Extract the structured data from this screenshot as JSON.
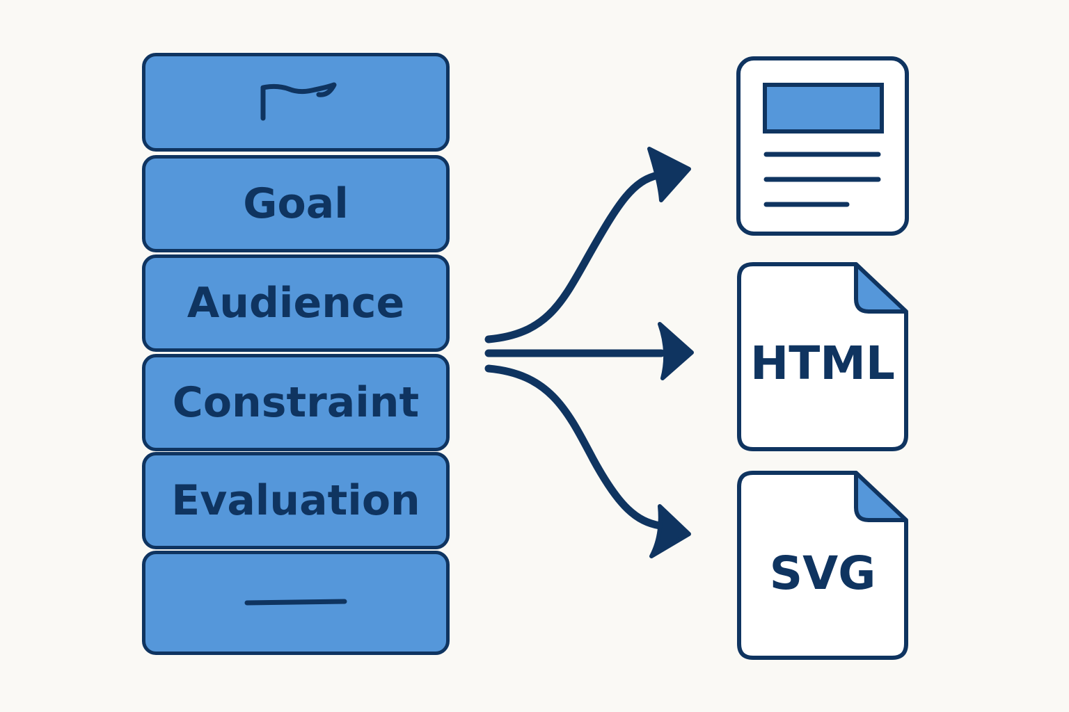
{
  "stack": {
    "blocks": [
      {
        "label": "",
        "icon": "flag-squiggle-icon"
      },
      {
        "label": "Goal"
      },
      {
        "label": "Audience"
      },
      {
        "label": "Constraint"
      },
      {
        "label": "Evaluation"
      },
      {
        "label": "",
        "icon": "line-icon"
      }
    ]
  },
  "outputs": {
    "document": {
      "icon": "document-layout-icon"
    },
    "html": {
      "label": "HTML",
      "icon": "file-icon"
    },
    "svg": {
      "label": "SVG",
      "icon": "file-icon"
    }
  },
  "colors": {
    "background": "#faf9f5",
    "block_fill": "#5597da",
    "outline": "#0f3460",
    "file_fill": "#ffffff"
  }
}
